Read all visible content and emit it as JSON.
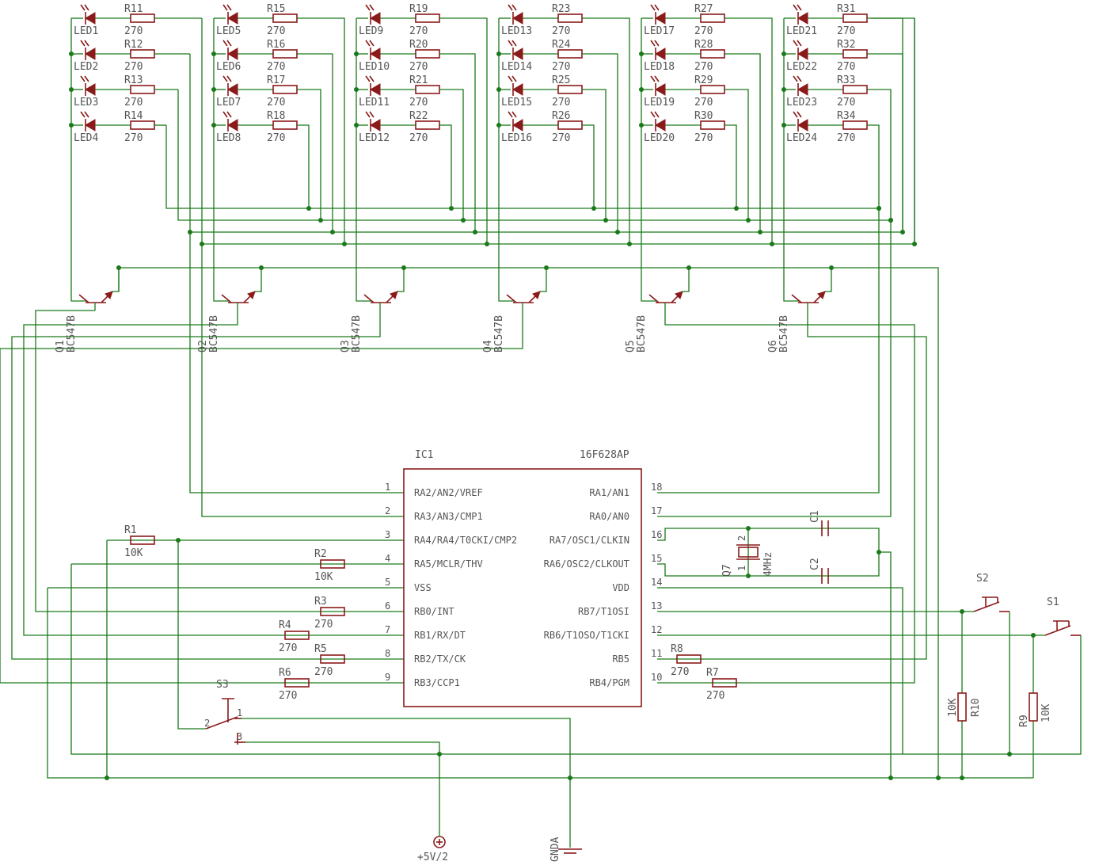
{
  "leds": [
    [
      "LED1",
      "LED2",
      "LED3",
      "LED4"
    ],
    [
      "LED5",
      "LED6",
      "LED7",
      "LED8"
    ],
    [
      "LED9",
      "LED10",
      "LED11",
      "LED12"
    ],
    [
      "LED13",
      "LED14",
      "LED15",
      "LED16"
    ],
    [
      "LED17",
      "LED18",
      "LED19",
      "LED20"
    ],
    [
      "LED21",
      "LED22",
      "LED23",
      "LED24"
    ]
  ],
  "row_resistors": [
    [
      "R11",
      "R12",
      "R13",
      "R14"
    ],
    [
      "R15",
      "R16",
      "R17",
      "R18"
    ],
    [
      "R19",
      "R20",
      "R21",
      "R22"
    ],
    [
      "R23",
      "R24",
      "R25",
      "R26"
    ],
    [
      "R27",
      "R28",
      "R29",
      "R30"
    ],
    [
      "R31",
      "R32",
      "R33",
      "R34"
    ]
  ],
  "row_resistor_value": "270",
  "transistors": [
    {
      "name": "Q1",
      "type": "BC547B"
    },
    {
      "name": "Q2",
      "type": "BC547B"
    },
    {
      "name": "Q3",
      "type": "BC547B"
    },
    {
      "name": "Q4",
      "type": "BC547B"
    },
    {
      "name": "Q5",
      "type": "BC547B"
    },
    {
      "name": "Q6",
      "type": "BC547B"
    }
  ],
  "ic": {
    "name": "IC1",
    "part": "16F628AP",
    "left_pins": [
      {
        "num": "1",
        "label": "RA2/AN2/VREF"
      },
      {
        "num": "2",
        "label": "RA3/AN3/CMP1"
      },
      {
        "num": "3",
        "label": "RA4/RA4/T0CKI/CMP2"
      },
      {
        "num": "4",
        "label": "RA5/MCLR/THV"
      },
      {
        "num": "5",
        "label": "VSS"
      },
      {
        "num": "6",
        "label": "RB0/INT"
      },
      {
        "num": "7",
        "label": "RB1/RX/DT"
      },
      {
        "num": "8",
        "label": "RB2/TX/CK"
      },
      {
        "num": "9",
        "label": "RB3/CCP1"
      }
    ],
    "right_pins": [
      {
        "num": "18",
        "label": "RA1/AN1"
      },
      {
        "num": "17",
        "label": "RA0/AN0"
      },
      {
        "num": "16",
        "label": "RA7/OSC1/CLKIN"
      },
      {
        "num": "15",
        "label": "RA6/OSC2/CLKOUT"
      },
      {
        "num": "14",
        "label": "VDD"
      },
      {
        "num": "13",
        "label": "RB7/T1OSI"
      },
      {
        "num": "12",
        "label": "RB6/T1OSO/T1CKI"
      },
      {
        "num": "11",
        "label": "RB5"
      },
      {
        "num": "10",
        "label": "RB4/PGM"
      }
    ]
  },
  "parts": {
    "r1": {
      "name": "R1",
      "value": "10K"
    },
    "r2": {
      "name": "R2",
      "value": "10K"
    },
    "r3": {
      "name": "R3",
      "value": "270"
    },
    "r4": {
      "name": "R4",
      "value": "270"
    },
    "r5": {
      "name": "R5",
      "value": "270"
    },
    "r6": {
      "name": "R6",
      "value": "270"
    },
    "r7": {
      "name": "R7",
      "value": "270"
    },
    "r8": {
      "name": "R8",
      "value": "270"
    },
    "r9": {
      "name": "R9",
      "value": "10K"
    },
    "r10": {
      "name": "R10",
      "value": "10K"
    },
    "c1": {
      "name": "C1"
    },
    "c2": {
      "name": "C2"
    },
    "crystal": {
      "name": "Q7",
      "value": "4MHz",
      "pin1": "1",
      "pin2": "2"
    },
    "s1": {
      "name": "S1"
    },
    "s2": {
      "name": "S2"
    },
    "s3": {
      "name": "S3",
      "pin1": "1",
      "pin2": "2",
      "pin3": "3"
    },
    "vcc": {
      "label": "+5V/2"
    },
    "gnd": {
      "label": "GNDA"
    }
  }
}
